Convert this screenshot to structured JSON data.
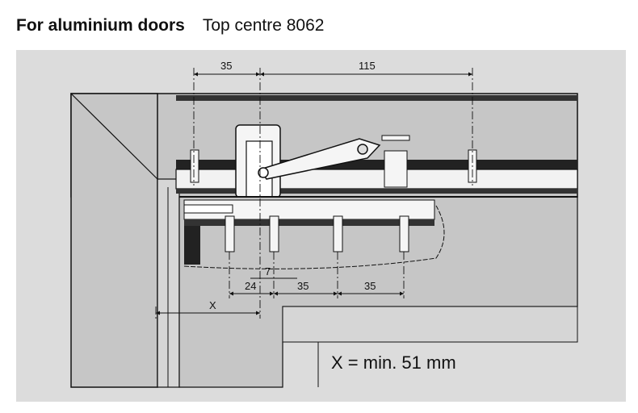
{
  "header": {
    "category": "For aluminium doors",
    "model": "Top centre 8062"
  },
  "dimensions": {
    "top_left": "35",
    "top_right": "115",
    "offset": "7",
    "first_gap": "24",
    "mid_gap": "35",
    "right_gap": "35",
    "x_label": "X"
  },
  "note": "X = min. 51 mm",
  "colors": {
    "panel": "#dcdcdc",
    "frame": "#c6c6c6",
    "line": "#111111"
  }
}
